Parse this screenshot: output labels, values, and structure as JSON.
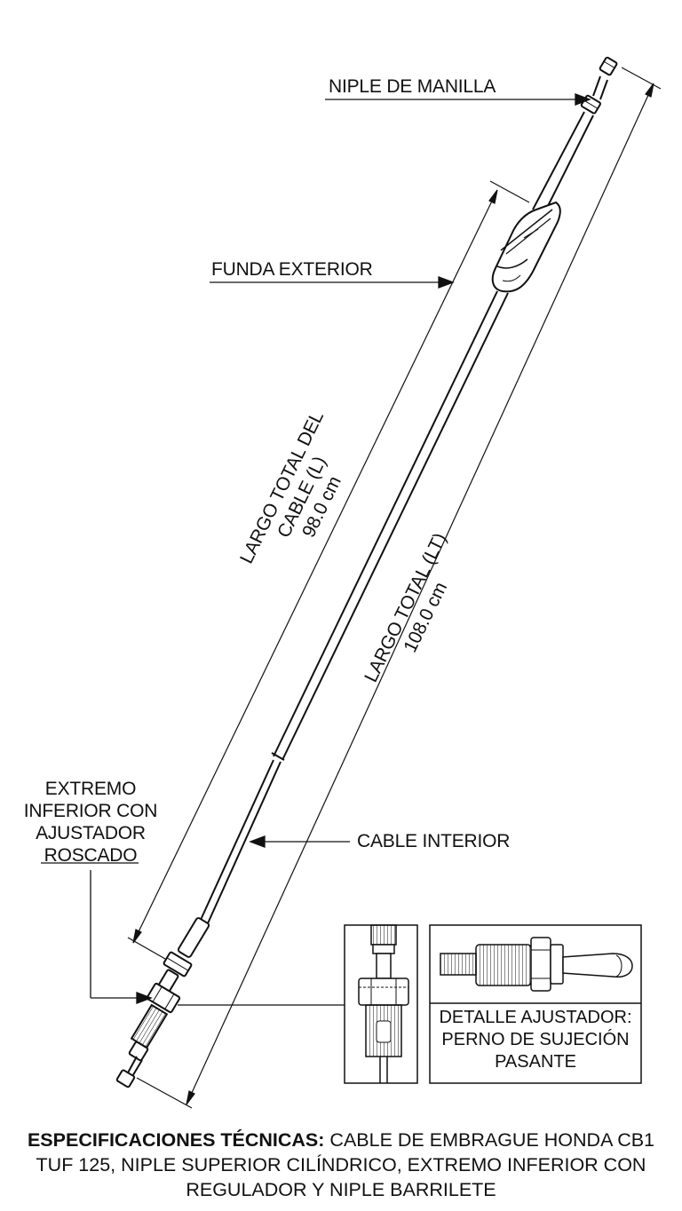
{
  "labels": {
    "niple_manilla": "NIPLE DE MANILLA",
    "funda_exterior": "FUNDA EXTERIOR",
    "cable_interior": "CABLE INTERIOR",
    "extremo_inferior": "EXTREMO INFERIOR CON AJUSTADOR ROSCADO"
  },
  "dimensions": {
    "largo_cable_label": "LARGO TOTAL DEL CABLE (L)",
    "largo_cable_value": "98.0 cm",
    "largo_total_label": "LARGO TOTAL (LT)",
    "largo_total_value": "108.0 cm"
  },
  "detail": {
    "caption": "DETALLE AJUSTADOR: PERNO DE SUJECIÓN PASANTE"
  },
  "spec": {
    "heading": "ESPECIFICACIONES TÉCNICAS:",
    "body": "CABLE DE EMBRAGUE HONDA CB1 TUF 125, NIPLE SUPERIOR CILÍNDRICO, EXTREMO INFERIOR CON REGULADOR Y NIPLE BARRILETE"
  },
  "colors": {
    "line": "#111111",
    "background": "#ffffff",
    "shading": "#bdbdbd"
  }
}
